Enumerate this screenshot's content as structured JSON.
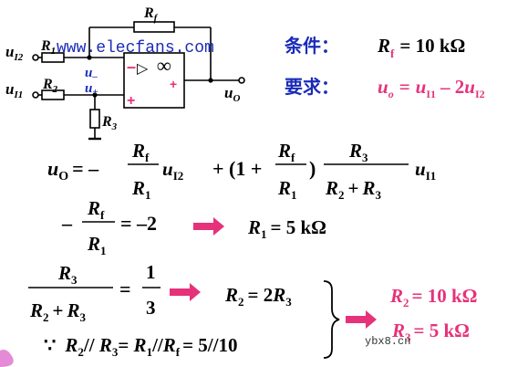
{
  "watermark": {
    "text": "www.elecfans.com",
    "corner": "ybx8.cn"
  },
  "circuit": {
    "labels": {
      "rf": "R",
      "rf_sub": "f",
      "r1": "R",
      "r1_sub": "1",
      "r2": "R",
      "r2_sub": "2",
      "r3": "R",
      "r3_sub": "3",
      "ui2": "u",
      "ui2_sub": "I2",
      "ui1": "u",
      "ui1_sub": "I1",
      "uminus": "u",
      "uminus_sub": "–",
      "uplus": "u",
      "uplus_sub": "+",
      "uo": "u",
      "uo_sub": "O",
      "minus_sign": "–",
      "plus_sign": "+",
      "plus_out": "+",
      "triangle": "▷",
      "infinity": "∞"
    }
  },
  "condition": {
    "label": "条件：",
    "lhs": "R",
    "lhs_sub": "f",
    "rhs": "= 10 kΩ"
  },
  "requirement": {
    "label": "要求：",
    "u": "u",
    "u_sub": "o",
    "eq": "=",
    "u1": "u",
    "u1_sub": "I1",
    "minus": "– 2",
    "u2": "u",
    "u2_sub": "I2"
  },
  "eq1": {
    "lhs": "u",
    "lhs_sub": "O",
    "eq_minus": "= –",
    "num1": "R",
    "num1_sub": "f",
    "den1": "R",
    "den1_sub": "1",
    "u1": "u",
    "u1_sub": "I2",
    "plus_open": "+ (1 +",
    "num2": "R",
    "num2_sub": "f",
    "den2": "R",
    "den2_sub": "1",
    "close": ")",
    "num3": "R",
    "num3_sub": "3",
    "den3a": "R",
    "den3a_sub": "2",
    "den3_plus": "+",
    "den3b": "R",
    "den3b_sub": "3",
    "u2": "u",
    "u2_sub": "I1"
  },
  "eq2": {
    "minus": "–",
    "num": "R",
    "num_sub": "f",
    "den": "R",
    "den_sub": "1",
    "rhs": "= –2",
    "result": "R",
    "result_sub": "1",
    "result_val": "= 5 kΩ"
  },
  "eq3": {
    "num": "R",
    "num_sub": "3",
    "den_a": "R",
    "den_a_sub": "2",
    "den_plus": "+",
    "den_b": "R",
    "den_b_sub": "3",
    "eq": "=",
    "frac_num": "1",
    "frac_den": "3",
    "result_lhs": "R",
    "result_lhs_sub": "2",
    "result_eq": "= 2",
    "result_r": "R",
    "result_r_sub": "3"
  },
  "eq4": {
    "because": "∵",
    "text_a": "R",
    "text_a_sub": "2",
    "par1": "// ",
    "text_b": "R",
    "text_b_sub": "3",
    "eq": "= ",
    "text_c": "R",
    "text_c_sub": "1",
    "par2": "//",
    "text_d": "R",
    "text_d_sub": "f",
    "tail": "= 5//10"
  },
  "final": {
    "r2": "R",
    "r2_sub": "2",
    "r2_val": "= 10 kΩ",
    "r3": "R",
    "r3_sub": "3",
    "r3_val": "= 5 kΩ"
  },
  "colors": {
    "accent_red": "#e6327a",
    "arrow_red": "#e6327a",
    "label_blue": "#1a2bb8",
    "watermark": "#1a2bb8",
    "text": "#000000"
  }
}
